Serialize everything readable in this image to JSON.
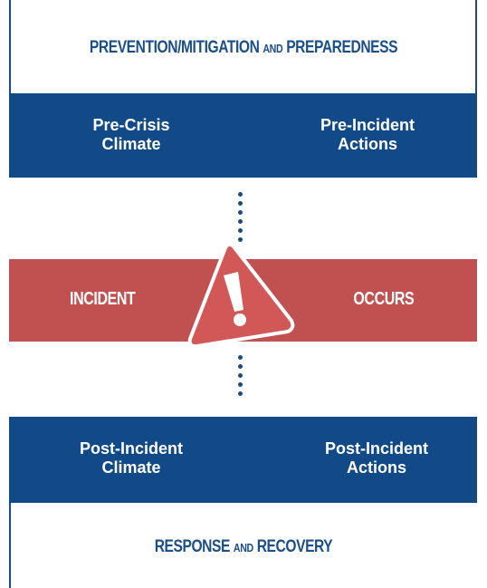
{
  "top": {
    "heading_part1": "PREVENTION/MITIGATION",
    "heading_small": "AND",
    "heading_part2": "PREPAREDNESS",
    "left_line1": "Pre-Crisis",
    "left_line2": "Climate",
    "right_line1": "Pre-Incident",
    "right_line2": "Actions"
  },
  "incident": {
    "left": "INCIDENT",
    "right": "OCCURS",
    "icon": "warning-icon"
  },
  "bottom": {
    "left_line1": "Post-Incident",
    "left_line2": "Climate",
    "right_line1": "Post-Incident",
    "right_line2": "Actions",
    "heading_part1": "RESPONSE",
    "heading_small": "AND",
    "heading_part2": "RECOVERY"
  },
  "colors": {
    "blue": "#114a86",
    "red": "#c05150",
    "heading": "#1b4f8a"
  }
}
